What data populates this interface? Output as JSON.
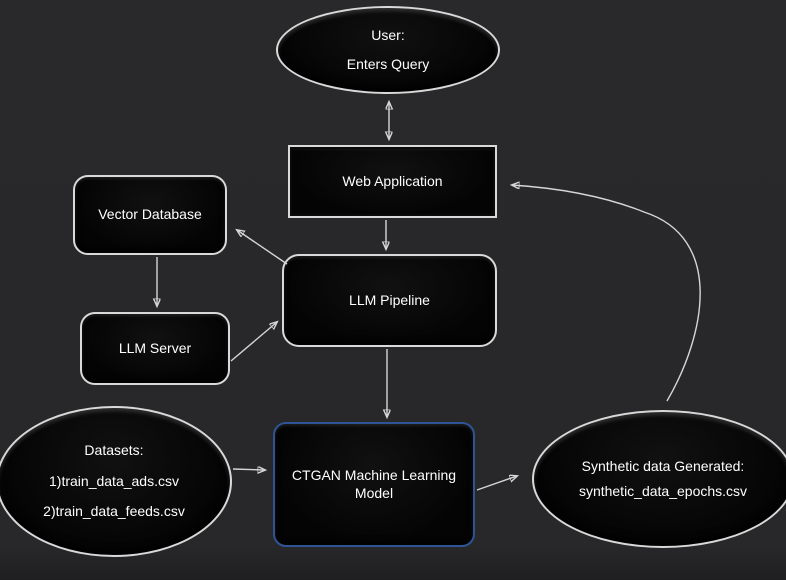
{
  "diagram": {
    "type": "flowchart",
    "nodes": {
      "user": {
        "shape": "ellipse",
        "lines": [
          "User:",
          "Enters Query"
        ]
      },
      "web_application": {
        "shape": "rectangle",
        "lines": [
          "Web Application"
        ]
      },
      "vector_database": {
        "shape": "rounded-rectangle",
        "lines": [
          "Vector Database"
        ]
      },
      "llm_pipeline": {
        "shape": "rounded-rectangle",
        "lines": [
          "LLM Pipeline"
        ]
      },
      "llm_server": {
        "shape": "rounded-rectangle",
        "lines": [
          "LLM Server"
        ]
      },
      "datasets": {
        "shape": "ellipse",
        "lines": [
          "Datasets:",
          "1)train_data_ads.csv",
          "2)train_data_feeds.csv"
        ]
      },
      "ctgan_model": {
        "shape": "rounded-rectangle",
        "lines": [
          "CTGAN Machine Learning Model"
        ]
      },
      "synthetic_output": {
        "shape": "ellipse",
        "lines": [
          "Synthetic data Generated:",
          "synthetic_data_epochs.csv"
        ]
      }
    },
    "edges": [
      {
        "from": "user",
        "to": "web_application",
        "direction": "both",
        "style": "straight"
      },
      {
        "from": "web_application",
        "to": "llm_pipeline",
        "direction": "forward",
        "style": "straight"
      },
      {
        "from": "llm_pipeline",
        "to": "vector_database",
        "direction": "forward",
        "style": "straight"
      },
      {
        "from": "vector_database",
        "to": "llm_server",
        "direction": "forward",
        "style": "straight"
      },
      {
        "from": "llm_server",
        "to": "llm_pipeline",
        "direction": "forward",
        "style": "straight"
      },
      {
        "from": "llm_pipeline",
        "to": "ctgan_model",
        "direction": "forward",
        "style": "straight"
      },
      {
        "from": "datasets",
        "to": "ctgan_model",
        "direction": "forward",
        "style": "straight"
      },
      {
        "from": "ctgan_model",
        "to": "synthetic_output",
        "direction": "forward",
        "style": "straight"
      },
      {
        "from": "synthetic_output",
        "to": "web_application",
        "direction": "forward",
        "style": "curved"
      }
    ],
    "colors": {
      "background": "#28282a",
      "node_fill": "#050505",
      "node_border": "#d9d9d9",
      "ctgan_border": "#2f5496",
      "arrow": "#d6d6d6",
      "text": "#ffffff"
    }
  }
}
